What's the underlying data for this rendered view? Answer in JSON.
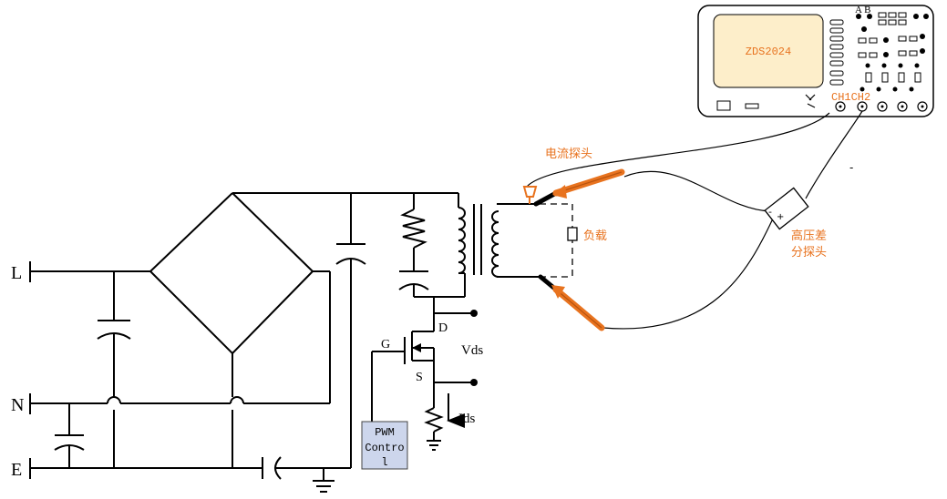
{
  "terminals": {
    "L": "L",
    "N": "N",
    "E": "E"
  },
  "mosfet": {
    "gate": "G",
    "drain": "D",
    "source": "S"
  },
  "measurements": {
    "vds": "Vds",
    "ids": "Ids"
  },
  "pwm": {
    "line1": "PWM",
    "line2": "Contro",
    "line3": "l"
  },
  "load_label": "负载",
  "current_probe_label": "电流探头",
  "diff_probe": {
    "line1": "高压差",
    "line2": "分探头",
    "minus": "-",
    "plus": "+"
  },
  "oscilloscope": {
    "model": "ZDS2024",
    "channels": "CH1CH2",
    "buttons_top": "A B"
  },
  "dash_mark": "-",
  "colors": {
    "probe": "#e8731f",
    "label": "#e8731f",
    "pwm_box": "#cdd6ec",
    "line": "#000000"
  }
}
